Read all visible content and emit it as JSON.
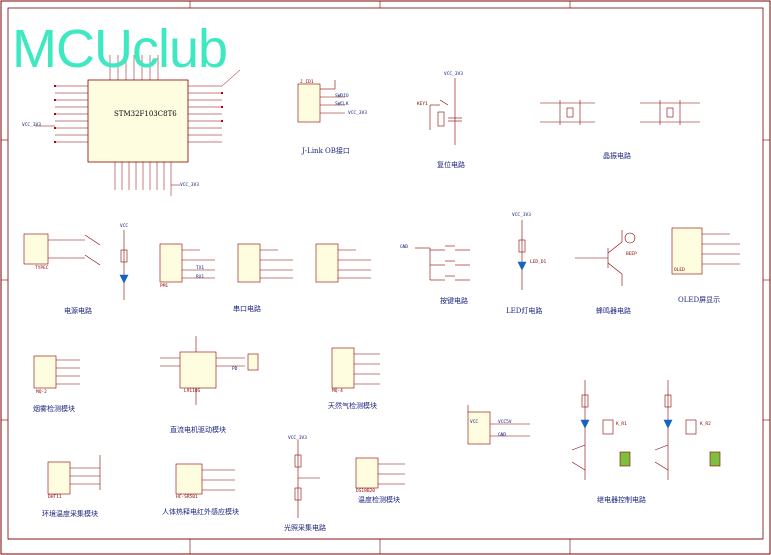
{
  "watermark": "MCUclub",
  "mcu": {
    "part": "STM32F103C8T6"
  },
  "sections": {
    "jlink": "J-Link OB接口",
    "reset": "复位电路",
    "crystal": "晶振电路",
    "power": "电源电路",
    "uart": "串口电路",
    "keys": "按键电路",
    "led": "LED灯电路",
    "buzzer": "蜂鸣器电路",
    "oled": "OLED屏显示",
    "smoke": "烟雾检测模块",
    "motor": "直流电机驱动模块",
    "gas": "天然气检测模块",
    "temp_humi": "环境温度采集模块",
    "pir": "人体热释电红外感应模块",
    "light": "光照采集电路",
    "temp": "温度检测模块",
    "relay": "继电器控制电路"
  },
  "nets": {
    "vcc33": "VCC_3V3",
    "gnd": "GND",
    "vcc": "VCC",
    "vcc5": "VCC5V",
    "swdio": "SWDIO",
    "swclk": "SWCLK",
    "tx": "TX1",
    "rx": "RX1",
    "pd": "PD"
  },
  "refs": {
    "jlink": "J_ID1",
    "reset_sw": "KEY1",
    "power_conn": "TYPEC",
    "uart_conn": "PM1",
    "led": "LED_D1",
    "buzzer": "BEEP",
    "oled": "OLED",
    "smoke": "MQ-2",
    "motor_drv": "L9110S",
    "gas": "MQ-4",
    "dht": "DHT11",
    "pir": "HC-SR501",
    "temp": "DS18B20",
    "relay1": "K_R1",
    "relay2": "K_R2"
  }
}
